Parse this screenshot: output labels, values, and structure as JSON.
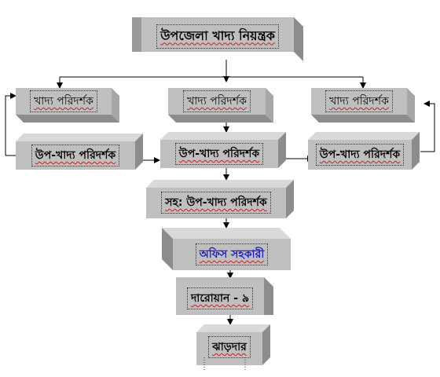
{
  "chart": {
    "head": "উপজেলা খাদ্য নিয়ন্ত্রক",
    "inspector_left": "খাদ্য পরিদর্শক",
    "inspector_center": "খাদ্য পরিদর্শক",
    "inspector_right": "খাদ্য পরিদর্শক",
    "sub_inspector_left": "উপ-খাদ্য পরিদর্শক",
    "sub_inspector_center": "উপ-খাদ্য পরিদর্শক",
    "sub_inspector_right": "উপ-খাদ্য পরিদর্শক",
    "assistant_sub_inspector": "সহ: উপ-খাদ্য পরিদর্শক",
    "office_assistant": "অফিস সহকারী",
    "guard": "দারোয়ান - ৯",
    "sweeper": "ঝাড়দার"
  },
  "colors": {
    "face": "#bfbfbf",
    "top": "#d9d9d9",
    "side": "#8c8c8c",
    "line": "#000000",
    "office_assistant_text": "#1a1ad6"
  }
}
